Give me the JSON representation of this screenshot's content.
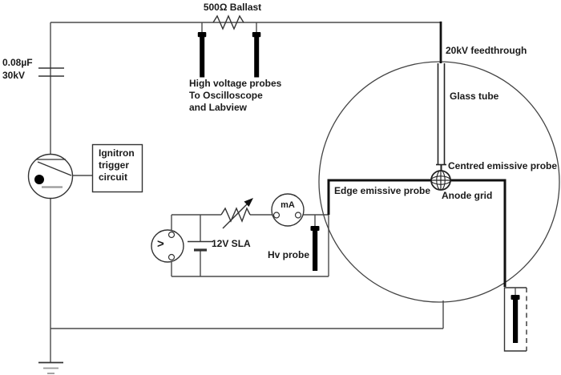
{
  "colors": {
    "background": "#ffffff",
    "wire": "#4a4a4a",
    "component_stroke": "#333333",
    "thick_line": "#111111",
    "probe_fill": "#000000",
    "text": "#1a1a1a",
    "light_gray": "#999999"
  },
  "labels": {
    "ballast": "500Ω Ballast",
    "capacitor_value": "0.08µF",
    "capacitor_rating": "30kV",
    "hv_probes_line1": "High voltage probes",
    "hv_probes_line2": "To Oscilloscope",
    "hv_probes_line3": "and Labview",
    "feedthrough": "20kV feedthrough",
    "glass_tube": "Glass tube",
    "centred_probe": "Centred emissive probe",
    "edge_probe": "Edge emissive probe",
    "anode_grid": "Anode grid",
    "ignitron_line1": "Ignitron",
    "ignitron_line2": "trigger",
    "ignitron_line3": "circuit",
    "battery": "12V SLA",
    "hv_probe": "Hv probe",
    "ammeter": "mA",
    "voltmeter_glyph": ">"
  }
}
